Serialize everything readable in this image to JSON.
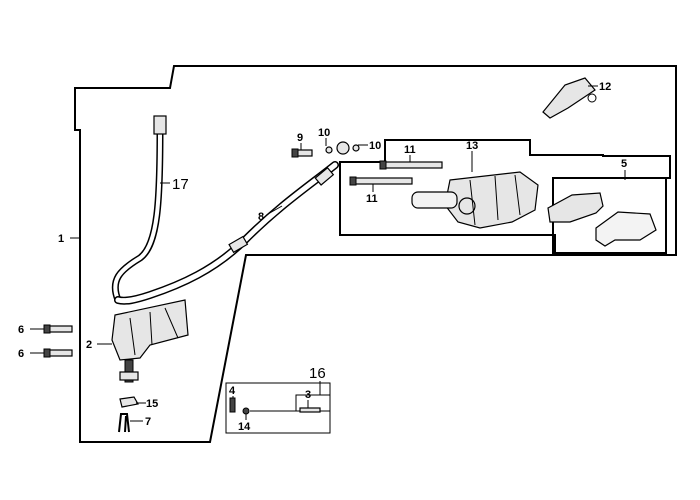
{
  "callouts": {
    "c1": "1",
    "c2": "2",
    "c3": "3",
    "c4": "4",
    "c5": "5",
    "c6a": "6",
    "c6b": "6",
    "c7": "7",
    "c8": "8",
    "c9": "9",
    "c10a": "10",
    "c10b": "10",
    "c11a": "11",
    "c11b": "11",
    "c12": "12",
    "c13": "13",
    "c14": "14",
    "c15": "15",
    "c16": "16",
    "c17": "17"
  },
  "colors": {
    "line": "#000000",
    "part_fill": "#e6e6e6",
    "background": "#ffffff"
  }
}
